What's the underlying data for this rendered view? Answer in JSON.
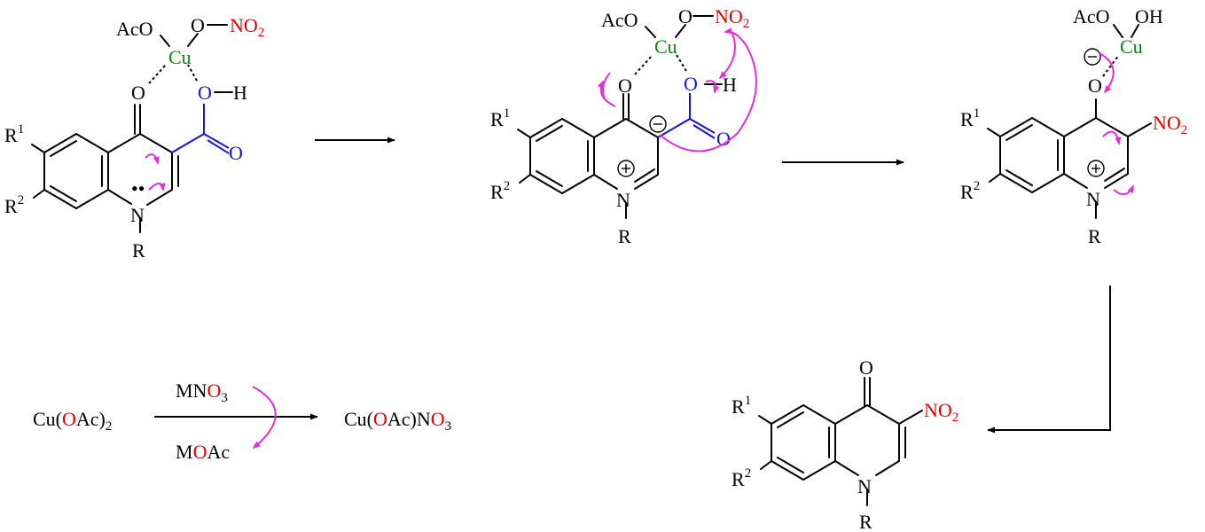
{
  "colors": {
    "nitro": "#e60000",
    "carboxyl": "#1515d6",
    "copper": "#0a8a0a",
    "electron_arrow": "#e62be0",
    "bond": "#000000"
  },
  "labels": {
    "O": "O",
    "OH_O": "O",
    "H": "H",
    "N": "N",
    "R": "R",
    "R_sym": "R",
    "sup1": "1",
    "sup2": "2",
    "Cu": "Cu",
    "AcO": "AcO",
    "OH": "OH",
    "NO": "NO",
    "sub2": "2",
    "sub3": "3",
    "lone_pair": "••"
  },
  "reagent_step": {
    "reactant_main": "Cu(",
    "reactant_o": "O",
    "reactant_tail": "Ac)",
    "reactant_sub": "2",
    "above_m": "MN",
    "above_o": "O",
    "above_sub": "3",
    "below_m": "M",
    "below_o": "O",
    "below_tail": "Ac",
    "product_main": "Cu(",
    "product_o": "O",
    "product_mid": "Ac)N",
    "product_o2": "O",
    "product_sub": "3"
  }
}
